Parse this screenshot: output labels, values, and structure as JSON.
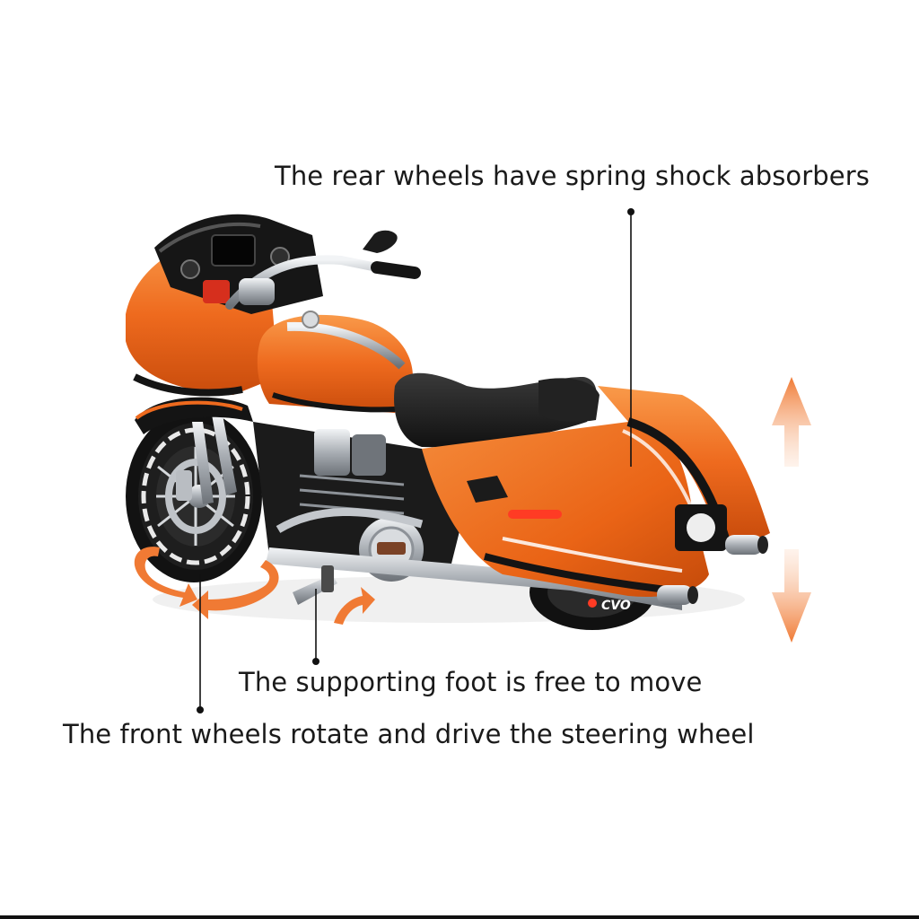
{
  "callouts": {
    "rear_wheels": "The rear wheels have spring shock absorbers",
    "supporting_foot": "The supporting foot is free to move",
    "front_wheels": "The front wheels rotate and drive the steering wheel"
  },
  "motorcycle": {
    "badge_text": "CVO"
  },
  "colors": {
    "body_orange": "#ee6a1e",
    "body_orange_light": "#f7913f",
    "body_orange_dark": "#c94c0c",
    "black": "#141414",
    "chrome": "#c9cdd2",
    "arrow_orange": "#f07a34",
    "text": "#1a1a1a"
  },
  "icons": {
    "rotation_arrows": "curved-arrow-icon",
    "vertical_arrow": "up-down-arrow-icon"
  }
}
